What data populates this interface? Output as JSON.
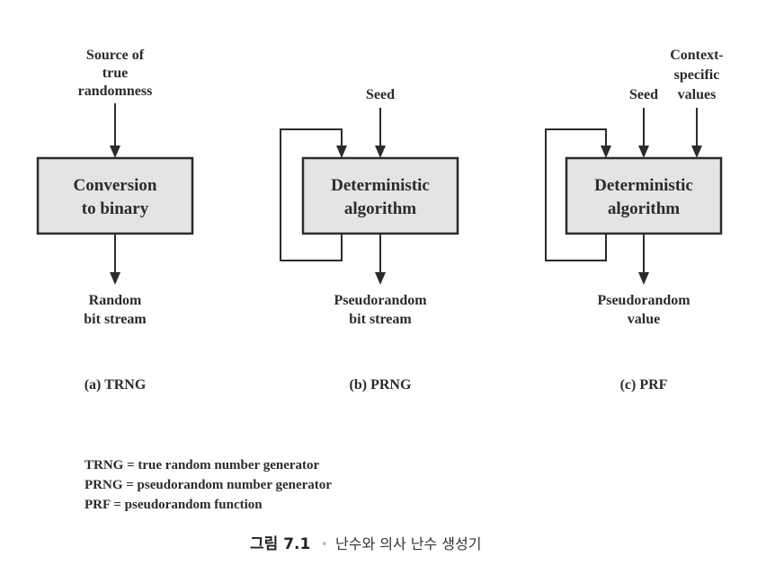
{
  "panels": [
    {
      "id": "trng",
      "inputs": [
        {
          "lines": [
            "Source of",
            "true",
            "randomness"
          ]
        }
      ],
      "box_lines": [
        "Conversion",
        "to binary"
      ],
      "output_lines": [
        "Random",
        "bit stream"
      ],
      "caption": "(a) TRNG"
    },
    {
      "id": "prng",
      "inputs": [
        {
          "lines": [
            "Seed"
          ]
        }
      ],
      "box_lines": [
        "Deterministic",
        "algorithm"
      ],
      "output_lines": [
        "Pseudorandom",
        "bit stream"
      ],
      "caption": "(b) PRNG"
    },
    {
      "id": "prf",
      "inputs": [
        {
          "lines": [
            "Seed"
          ]
        },
        {
          "lines": [
            "Context-",
            "specific",
            "values"
          ]
        }
      ],
      "box_lines": [
        "Deterministic",
        "algorithm"
      ],
      "output_lines": [
        "Pseudorandom",
        "value"
      ],
      "caption": "(c) PRF"
    }
  ],
  "legend": [
    "TRNG = true random number generator",
    "PRNG = pseudorandom number generator",
    "PRF = pseudorandom function"
  ],
  "figure_caption": {
    "number": "그림 7.1",
    "bullet": "•",
    "text": "난수와 의사 난수 생성기"
  }
}
